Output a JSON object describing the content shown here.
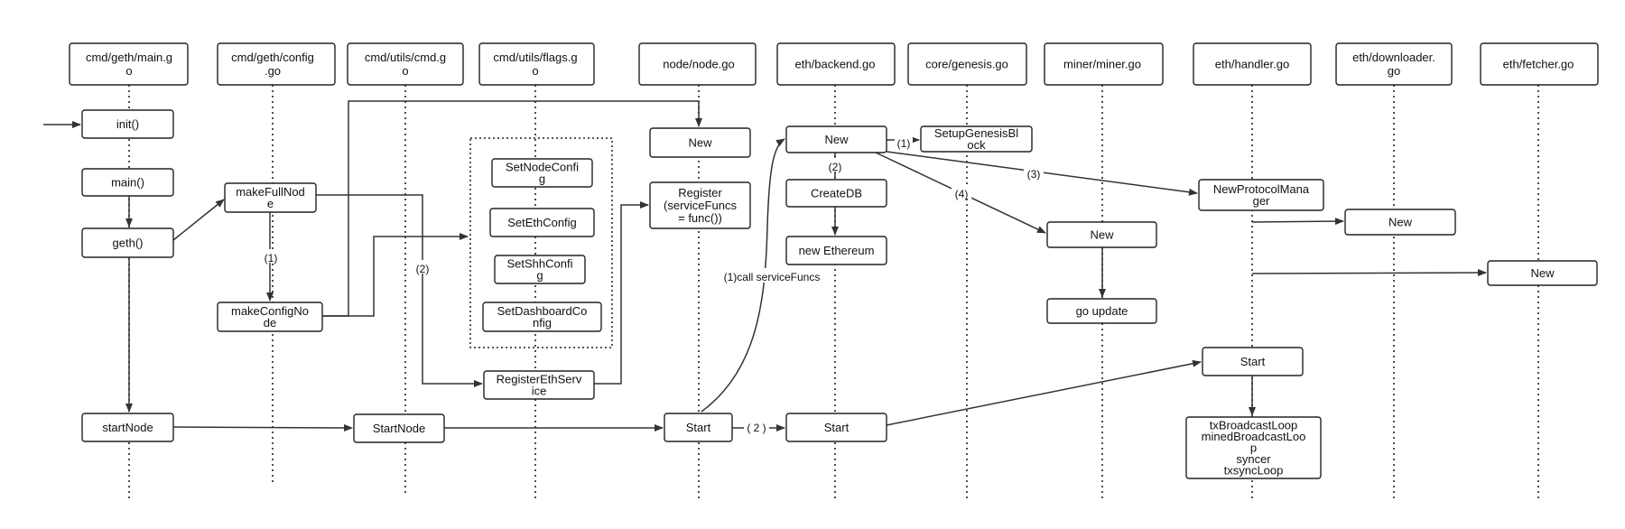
{
  "lanes": [
    {
      "id": "main",
      "label": [
        "cmd/geth/main.g",
        "o"
      ]
    },
    {
      "id": "config",
      "label": [
        "cmd/geth/config",
        ".go"
      ]
    },
    {
      "id": "cmd",
      "label": [
        "cmd/utils/cmd.g",
        "o"
      ]
    },
    {
      "id": "flags",
      "label": [
        "cmd/utils/flags.g",
        "o"
      ]
    },
    {
      "id": "node",
      "label": [
        "node/node.go"
      ]
    },
    {
      "id": "backend",
      "label": [
        "eth/backend.go"
      ]
    },
    {
      "id": "genesis",
      "label": [
        "core/genesis.go"
      ]
    },
    {
      "id": "miner",
      "label": [
        "miner/miner.go"
      ]
    },
    {
      "id": "handler",
      "label": [
        "eth/handler.go"
      ]
    },
    {
      "id": "downloader",
      "label": [
        "eth/downloader.",
        "go"
      ]
    },
    {
      "id": "fetcher",
      "label": [
        "eth/fetcher.go"
      ]
    }
  ],
  "nodes": [
    {
      "id": "init",
      "label": [
        "init()"
      ]
    },
    {
      "id": "mainfn",
      "label": [
        "main()"
      ]
    },
    {
      "id": "geth",
      "label": [
        "geth()"
      ]
    },
    {
      "id": "startnode_main",
      "label": [
        "startNode"
      ]
    },
    {
      "id": "makefullnode",
      "label": [
        "makeFullNod",
        "e"
      ]
    },
    {
      "id": "makeconfignode",
      "label": [
        "makeConfigNo",
        "de"
      ]
    },
    {
      "id": "startnode_cmd",
      "label": [
        "StartNode"
      ]
    },
    {
      "id": "setnodeconfig",
      "label": [
        "SetNodeConfi",
        "g"
      ]
    },
    {
      "id": "setethconfig",
      "label": [
        "SetEthConfig"
      ]
    },
    {
      "id": "setshhconfig",
      "label": [
        "SetShhConfi",
        "g"
      ]
    },
    {
      "id": "setdashboardconfig",
      "label": [
        "SetDashboardCo",
        "nfig"
      ]
    },
    {
      "id": "registerethservice",
      "label": [
        "RegisterEthServ",
        "ice"
      ]
    },
    {
      "id": "node_new",
      "label": [
        "New"
      ]
    },
    {
      "id": "node_register",
      "label": [
        "Register",
        "(serviceFuncs",
        "= func())"
      ]
    },
    {
      "id": "node_start",
      "label": [
        "Start"
      ]
    },
    {
      "id": "backend_new",
      "label": [
        "New"
      ]
    },
    {
      "id": "createdb",
      "label": [
        "CreateDB"
      ]
    },
    {
      "id": "newethereum",
      "label": [
        "new Ethereum"
      ]
    },
    {
      "id": "backend_start",
      "label": [
        "Start"
      ]
    },
    {
      "id": "setupgenesis",
      "label": [
        "SetupGenesisBl",
        "ock"
      ]
    },
    {
      "id": "miner_new",
      "label": [
        "New"
      ]
    },
    {
      "id": "goupdate",
      "label": [
        "go update"
      ]
    },
    {
      "id": "newprotocolmanager",
      "label": [
        "NewProtocolMana",
        "ger"
      ]
    },
    {
      "id": "handler_start",
      "label": [
        "Start"
      ]
    },
    {
      "id": "loops",
      "label": [
        "txBroadcastLoop",
        "minedBroadcastLoo",
        "p",
        "syncer",
        "txsyncLoop"
      ]
    },
    {
      "id": "downloader_new",
      "label": [
        "New"
      ]
    },
    {
      "id": "fetcher_new",
      "label": [
        "New"
      ]
    }
  ],
  "edge_labels": [
    {
      "id": "cfg_1",
      "text": "(1)"
    },
    {
      "id": "cfg_2",
      "text": "(2)"
    },
    {
      "id": "call_service",
      "text": "(1)call serviceFuncs"
    },
    {
      "id": "start_2",
      "text": "( 2 )"
    },
    {
      "id": "be_1",
      "text": "(1)"
    },
    {
      "id": "be_2",
      "text": "(2)"
    },
    {
      "id": "be_3",
      "text": "(3)"
    },
    {
      "id": "be_4",
      "text": "(4)"
    }
  ]
}
